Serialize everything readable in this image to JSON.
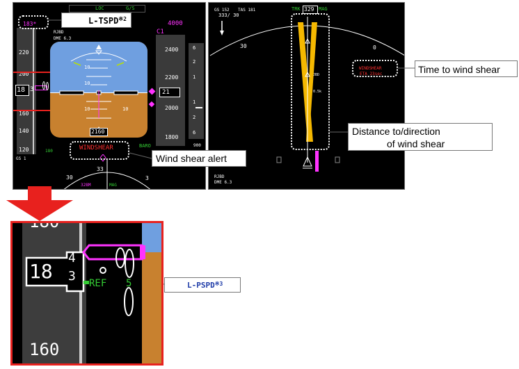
{
  "pfd": {
    "selected_speed": "183*",
    "fma_loc": "LOC",
    "fma_gs": "G/S",
    "selected_alt": "4000",
    "ch_label": "C1",
    "station": "RJBD",
    "dme": "DME 6.3",
    "speed_ticks": [
      "220",
      "200",
      "180",
      "160",
      "140",
      "120"
    ],
    "speed_readout_main": "18",
    "speed_readout_roll": "3",
    "ref_label": "REF",
    "alt_ticks": [
      "2400",
      "2200",
      "2100",
      "2000",
      "1800"
    ],
    "alt_readout": "21",
    "pitch_labels": [
      "10",
      "10",
      "10",
      "10"
    ],
    "radio_alt": "2160",
    "windshear_alert": "WINDSHEAR",
    "baro_label": "BARO",
    "baro_value": "900",
    "vs_ticks": [
      "6",
      "2",
      "1",
      "1",
      "2",
      "6"
    ],
    "gs_readout": "GS 1",
    "speed_minus": "180",
    "heading_labels": [
      "30",
      "33"
    ],
    "heading_mode": "328M",
    "mag_label": "MAG",
    "heading_digit": "3"
  },
  "nd": {
    "gs_label": "GS 152",
    "tas_label": "TAS 181",
    "wind": "333/ 30",
    "trk_label": "TRK",
    "heading": "329",
    "mag_label": "MAG",
    "compass_left": "30",
    "compass_right": "0",
    "windshear_label": "WINDSHEAR",
    "eta_label": "ETA 23sec",
    "fix_label": "JBD",
    "range_label": "0.5k",
    "station": "RJBD",
    "dme": "DME 6.3"
  },
  "callouts": {
    "ltspd": "L-TSPD",
    "ltspd_sup": "※2",
    "time_to_ws": "Time to wind shear",
    "distance_line1": "Distance to/direction",
    "distance_line2": "of wind shear",
    "ws_alert": "Wind shear alert",
    "lpspd": "L-PSPD",
    "lpspd_sup": "※3"
  },
  "zoom": {
    "tick_top": "180",
    "readout_main": "18",
    "readout_roll_top": "4",
    "readout_roll_bottom": "3",
    "ref_label": "REF",
    "ref_digit": "5",
    "speed_tick": "160"
  },
  "colors": {
    "magenta": "#ff33ff",
    "amber": "#f5b800",
    "red_highlight": "#e8211e",
    "sky": "#6f9fe0",
    "ground": "#c8812f",
    "green": "#33cc33",
    "callout_blue": "#1f3ca8"
  }
}
